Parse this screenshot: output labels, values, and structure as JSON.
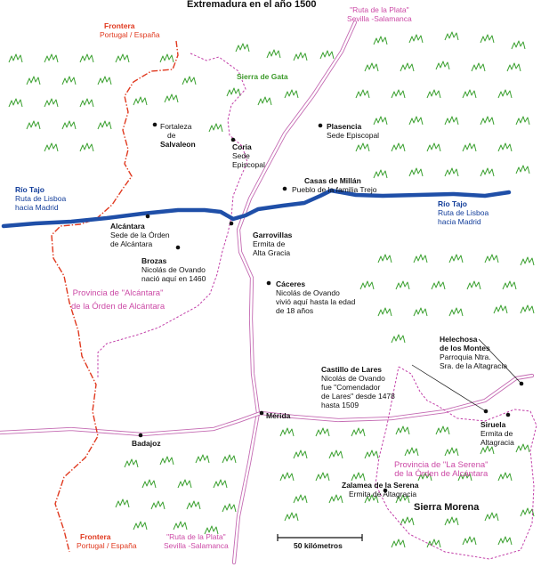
{
  "title": "Extremadura en el año 1500",
  "colors": {
    "river": "#1f4fa8",
    "road": "#e8c6e0",
    "road_edge": "#c46ab2",
    "province": "#c23fa8",
    "border": "#e0391f",
    "mountain": "#3aa02f"
  },
  "labels": {
    "frontera_n": {
      "name": "Frontera",
      "sub": "Portugal / España"
    },
    "frontera_s": {
      "name": "Frontera",
      "sub": "Portugal / España"
    },
    "plata_n": {
      "name": "\"Ruta de la Plata\"",
      "sub": "Sevilla -Salamanca"
    },
    "plata_s": {
      "name": "\"Ruta de la Plata\"",
      "sub": "Sevilla -Salamanca"
    },
    "sierra_gata": "Sierra de Gata",
    "salvaleon": {
      "l1": "Fortaleza",
      "l2": "de",
      "name": "Salvaleon"
    },
    "coria": {
      "name": "Coria",
      "l1": "Sede",
      "l2": "Episcopal"
    },
    "plasencia": {
      "name": "Plasencia",
      "sub": "Sede Episcopal"
    },
    "casas_millan": {
      "name": "Casas de Millán",
      "sub": "Pueblo de la familia Trejo"
    },
    "tajo_w": {
      "name": "Río Tajo",
      "l1": "Ruta de Lisboa",
      "l2": "hacia Madrid"
    },
    "tajo_e": {
      "name": "Río Tajo",
      "l1": "Ruta de Lisboa",
      "l2": "hacia Madrid"
    },
    "alcantara": {
      "name": "Alcántara",
      "l1": "Sede de la Órden",
      "l2": "de Alcántara"
    },
    "garrovillas": {
      "name": "Garrovillas",
      "l1": "Ermita de",
      "l2": "Alta Gracia"
    },
    "brozas": {
      "name": "Brozas",
      "l1": "Nicolás de Ovando",
      "l2": "nació aquí en 1460"
    },
    "caceres": {
      "name": "Cáceres",
      "l1": "Nicolás de Ovando",
      "l2": "vivió aquí hasta la edad",
      "l3": "de 18 años"
    },
    "prov_alcantara": {
      "l1": "Provincia de \"Alcántara\"",
      "l2": "de la Órden de Alcántara"
    },
    "helechosa": {
      "name1": "Helechosa",
      "name2": "de los Montes",
      "l1": "Parroquia Ntra.",
      "l2": "Sra. de la Altagracia"
    },
    "castillo_lares": {
      "name": "Castillo de Lares",
      "l1": "Nicolás de Ovando",
      "l2": "fue \"Comendador",
      "l3": "de Lares\" desde 1478",
      "l4": "hasta 1509"
    },
    "merida": "Mérida",
    "badajoz": "Badajoz",
    "siruela": {
      "name": "Siruela",
      "l1": "Ermita de",
      "l2": "Altagracia"
    },
    "prov_serena": {
      "l1": "Provincia de \"La Serena\"",
      "l2": "de la Órden de Alcántara"
    },
    "zalamea": {
      "name": "Zalamea de la Serena",
      "sub": "Ermita de Altagracia"
    },
    "sierra_morena": "Sierra Morena",
    "scale": "50 kilómetros"
  },
  "icons": {
    "town": "town-dot-icon",
    "mountain": "mountain-tuft-icon"
  }
}
